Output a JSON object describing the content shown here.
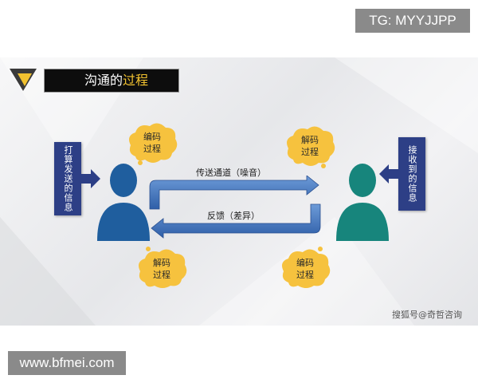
{
  "header_badge": "TG: MYYJJPP",
  "footer_badge": "www.bfmei.com",
  "slide": {
    "title_part1": "沟通的",
    "title_part2": "过程",
    "sender_box": "打算发送的信息",
    "receiver_box": "接收到的信息",
    "cloud_encode_left": [
      "编码",
      "过程"
    ],
    "cloud_decode_right": [
      "解码",
      "过程"
    ],
    "cloud_decode_left": [
      "解码",
      "过程"
    ],
    "cloud_encode_right": [
      "编码",
      "过程"
    ],
    "arrow_top_label": "传送通道（噪音）",
    "arrow_bottom_label": "反馈（差异）",
    "watermark": "搜狐号@奇哲咨询"
  },
  "colors": {
    "title_accent": "#f2c230",
    "box_blue": "#2d3f86",
    "person_left": "#1f5e9e",
    "person_right": "#17857c",
    "arrow_blue": "#3b6fb5",
    "cloud_fill": "#f6c23e"
  }
}
